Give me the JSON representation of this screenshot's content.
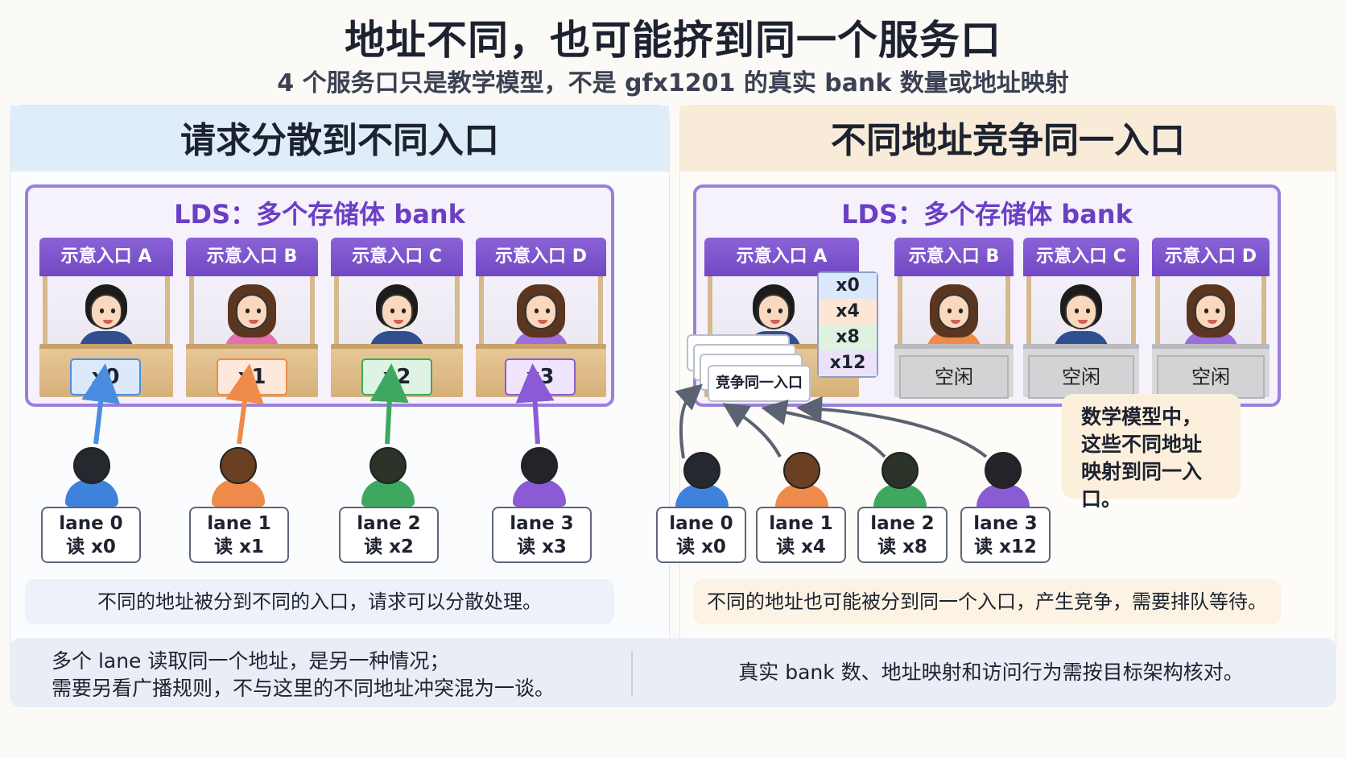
{
  "header": {
    "title": "地址不同，也可能挤到同一个服务口",
    "subtitle": "4 个服务口只是教学模型，不是 gfx1201 的真实 bank 数量或地址映射"
  },
  "left_panel": {
    "heading": "请求分散到不同入口",
    "lds_title": "LDS：多个存储体 bank",
    "windows": [
      {
        "sign": "示意入口 A",
        "value": "x0",
        "color": "#4a8de0"
      },
      {
        "sign": "示意入口 B",
        "value": "x1",
        "color": "#ef8b4a"
      },
      {
        "sign": "示意入口 C",
        "value": "x2",
        "color": "#3fa860"
      },
      {
        "sign": "示意入口 D",
        "value": "x3",
        "color": "#8a5bd4"
      }
    ],
    "lanes": [
      {
        "line1": "lane 0",
        "line2": "读 x0"
      },
      {
        "line1": "lane 1",
        "line2": "读 x1"
      },
      {
        "line1": "lane 2",
        "line2": "读 x2"
      },
      {
        "line1": "lane 3",
        "line2": "读 x3"
      }
    ],
    "note": "不同的地址被分到不同的入口，请求可以分散处理。"
  },
  "right_panel": {
    "heading": "不同地址竞争同一入口",
    "lds_title": "LDS：多个存储体 bank",
    "windows": [
      {
        "sign": "示意入口 A"
      },
      {
        "sign": "示意入口 B",
        "status": "空闲"
      },
      {
        "sign": "示意入口 C",
        "status": "空闲"
      },
      {
        "sign": "示意入口 D",
        "status": "空闲"
      }
    ],
    "queue": [
      "x0",
      "x4",
      "x8",
      "x12"
    ],
    "queue_card": "竞争同一入口",
    "callout": [
      "数学模型中，",
      "这些不同地址",
      "映射到同一入口。"
    ],
    "lanes": [
      {
        "line1": "lane 0",
        "line2": "读 x0"
      },
      {
        "line1": "lane 1",
        "line2": "读 x4"
      },
      {
        "line1": "lane 2",
        "line2": "读 x8"
      },
      {
        "line1": "lane 3",
        "line2": "读 x12"
      }
    ],
    "note": "不同的地址也可能被分到同一个入口，产生竞争，需要排队等待。"
  },
  "footer": {
    "left_line1": "多个 lane 读取同一个地址，是另一种情况；",
    "left_line2": "需要另看广播规则，不与这里的不同地址冲突混为一谈。",
    "right": "真实 bank 数、地址映射和访问行为需按目标架构核对。"
  },
  "colors": {
    "blue": "#4a8de0",
    "orange": "#ef8b4a",
    "green": "#3fa860",
    "purple": "#8a5bd4",
    "contend": "#5b6272"
  }
}
